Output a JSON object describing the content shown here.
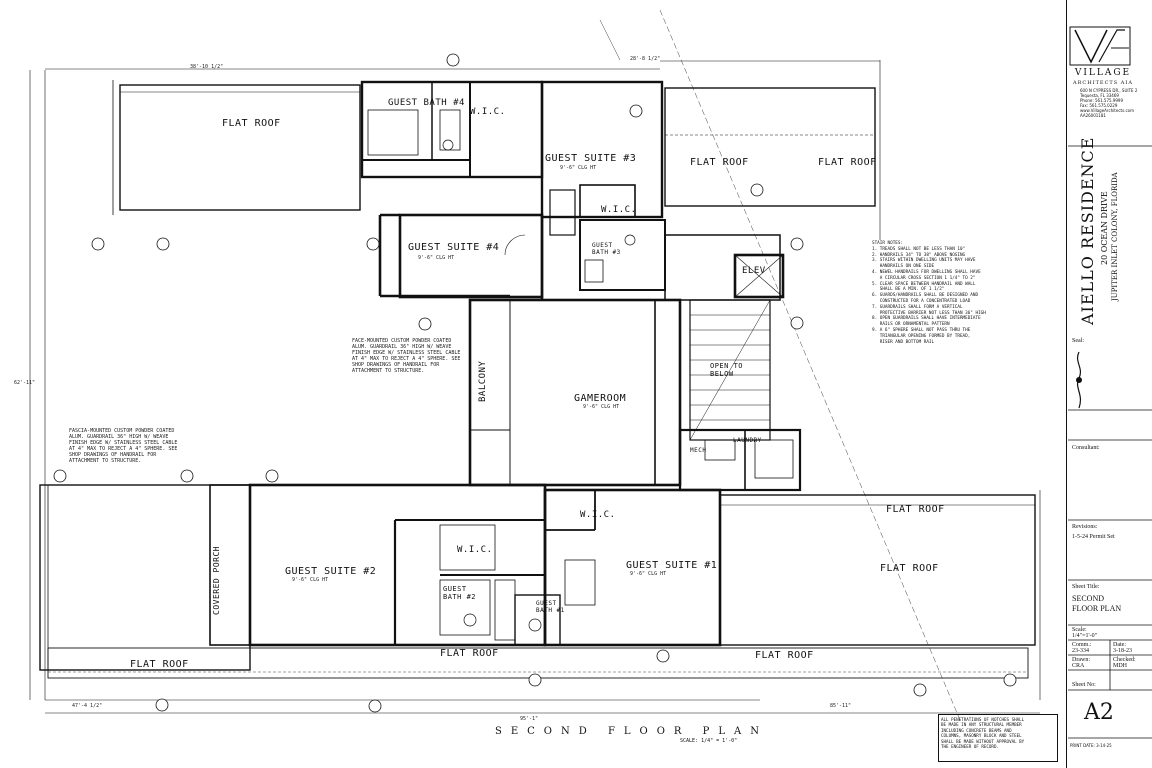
{
  "drawing": {
    "title": "SECOND FLOOR PLAN",
    "scale": "SCALE: 1/4\" = 1'-0\""
  },
  "rooms": {
    "guest_bath_4": "GUEST BATH #4",
    "wic_top": "W.I.C.",
    "guest_suite_3": "GUEST SUITE #3",
    "guest_suite_3_ceiling": "9'-6\" CLG HT",
    "wic_suite3": "W.I.C.",
    "guest_bath_3": "GUEST BATH #3",
    "guest_suite_4": "GUEST SUITE #4",
    "guest_suite_4_ceiling": "9'-6\" CLG HT",
    "elev": "ELEV",
    "gameroom": "GAMEROOM",
    "gameroom_ceiling": "9'-6\" CLG HT",
    "balcony": "BALCONY",
    "open_to_below": "OPEN TO BELOW",
    "mech": "MECH",
    "laundry": "LAUNDRY",
    "guest_suite_2": "GUEST SUITE #2",
    "guest_suite_2_ceiling": "9'-6\" CLG HT",
    "wic_suite2": "W.I.C.",
    "guest_bath_2": "GUEST BATH #2",
    "covered_porch": "COVERED PORCH",
    "guest_suite_1": "GUEST SUITE #1",
    "guest_suite_1_ceiling": "9'-6\" CLG HT",
    "wic_suite1": "W.I.C.",
    "guest_bath_1": "GUEST BATH #1",
    "flat_roof_tl": "FLAT ROOF",
    "flat_roof_tr1": "FLAT ROOF",
    "flat_roof_tr2": "FLAT ROOF",
    "flat_roof_mr1": "FLAT ROOF",
    "flat_roof_mr2": "FLAT ROOF",
    "flat_roof_bl": "FLAT ROOF",
    "flat_roof_bm": "FLAT ROOF",
    "flat_roof_br": "FLAT ROOF"
  },
  "dims": {
    "top_overall": "38'-10 1/2\"",
    "top_right": "28'-8 1/2\"",
    "bottom_overall": "95'-1\"",
    "left_overall": "62'-11\"",
    "bottom_left": "47'-4 1/2\"",
    "bottom_right": "85'-11\""
  },
  "notes": {
    "stair_notes": "STAIR NOTES:\n1. TREADS SHALL NOT BE LESS THAN 10\"\n2. HANDRAILS 34\" TO 38\" ABOVE NOSING\n3. STAIRS WITHIN DWELLING UNITS MAY HAVE\n   HANDRAILS ON ONE SIDE\n4. NEWEL HANDRAILS FOR DWELLING SHALL HAVE\n   A CIRCULAR CROSS SECTION 1 1/4\" TO 2\"\n5. CLEAR SPACE BETWEEN HANDRAIL AND WALL\n   SHALL BE A MIN. OF 1 1/2\"\n6. GUARDS/HANDRAILS SHALL BE DESIGNED AND\n   CONSTRUCTED FOR A CONCENTRATED LOAD\n7. GUARDRAILS SHALL FORM A VERTICAL\n   PROTECTIVE BARRIER NOT LESS THAN 36\" HIGH\n8. OPEN GUARDRAILS SHALL HAVE INTERMEDIATE\n   RAILS OR ORNAMENTAL PATTERN\n9. A 6\" SPHERE SHALL NOT PASS THRU THE\n   TRIANGULAR OPENING FORMED BY TREAD,\n   RISER AND BOTTOM RAIL",
    "bottom_note": "ALL PENETRATIONS OF NOTCHES SHALL\nBE MADE IN ANY STRUCTURAL MEMBER\nINCLUDING CONCRETE BEAMS AND\nCOLUMNS, MASONRY BLOCK AND STEEL\nSHALL BE MADE WITHOUT APPROVAL BY\nTHE ENGINEER OF RECORD.",
    "guardrail_left": "FASCIA-MOUNTED CUSTOM POWDER COATED\nALUM. GUARDRAIL 36\" HIGH W/ WEAVE\nFINISH EDGE W/ STAINLESS STEEL CABLE\nAT 4\" MAX TO REJECT A 4\" SPHERE. SEE\nSHOP DRAWINGS OF HANDRAIL FOR\nATTACHMENT TO STRUCTURE.",
    "guardrail_mid": "FACE-MOUNTED CUSTOM POWDER COATED\nALUM. GUARDRAIL 36\" HIGH W/ WEAVE\nFINISH EDGE W/ STAINLESS STEEL CABLE\nAT 4\" MAX TO REJECT A 4\" SPHERE. SEE\nSHOP DRAWINGS OF HANDRAIL FOR\nATTACHMENT TO STRUCTURE."
  },
  "titleblock": {
    "firm_name": "VILLAGE",
    "firm_sub": "ARCHITECTS AIA",
    "firm_info": "600 N CYPRESS DR., SUITE 2\nTequesta, FL 33469\nPhone: 561.575.9999\nFax: 561.575.0229\nwww.VillageArchitects.com\nAA26001181",
    "project_name": "AIELLO RESIDENCE",
    "address_1": "20 OCEAN DRIVE",
    "address_2": "JUPITER INLET COLONY, FLORIDA",
    "seal_label": "Seal:",
    "consultant_label": "Consultant:",
    "revisions_label": "Revisions:",
    "revision_1": "1-5-24 Permit Set",
    "sheet_title_label": "Sheet Title:",
    "sheet_title": "SECOND\nFLOOR PLAN",
    "scale_label": "Scale:",
    "scale_value": "1/4\"=1'-0\"",
    "comm_label": "Comm.:",
    "comm_value": "23-334",
    "date_label": "Date:",
    "date_value": "3-18-23",
    "drawn_label": "Drawn:",
    "drawn_value": "CRA",
    "checked_label": "Checked:",
    "checked_value": "MDH",
    "sheet_no_label": "Sheet No:",
    "sheet_no": "A2",
    "print_date": "PRINT DATE: 3-14-25"
  },
  "colors": {
    "ink": "#111111",
    "paper": "#ffffff",
    "hatch": "#555555"
  }
}
